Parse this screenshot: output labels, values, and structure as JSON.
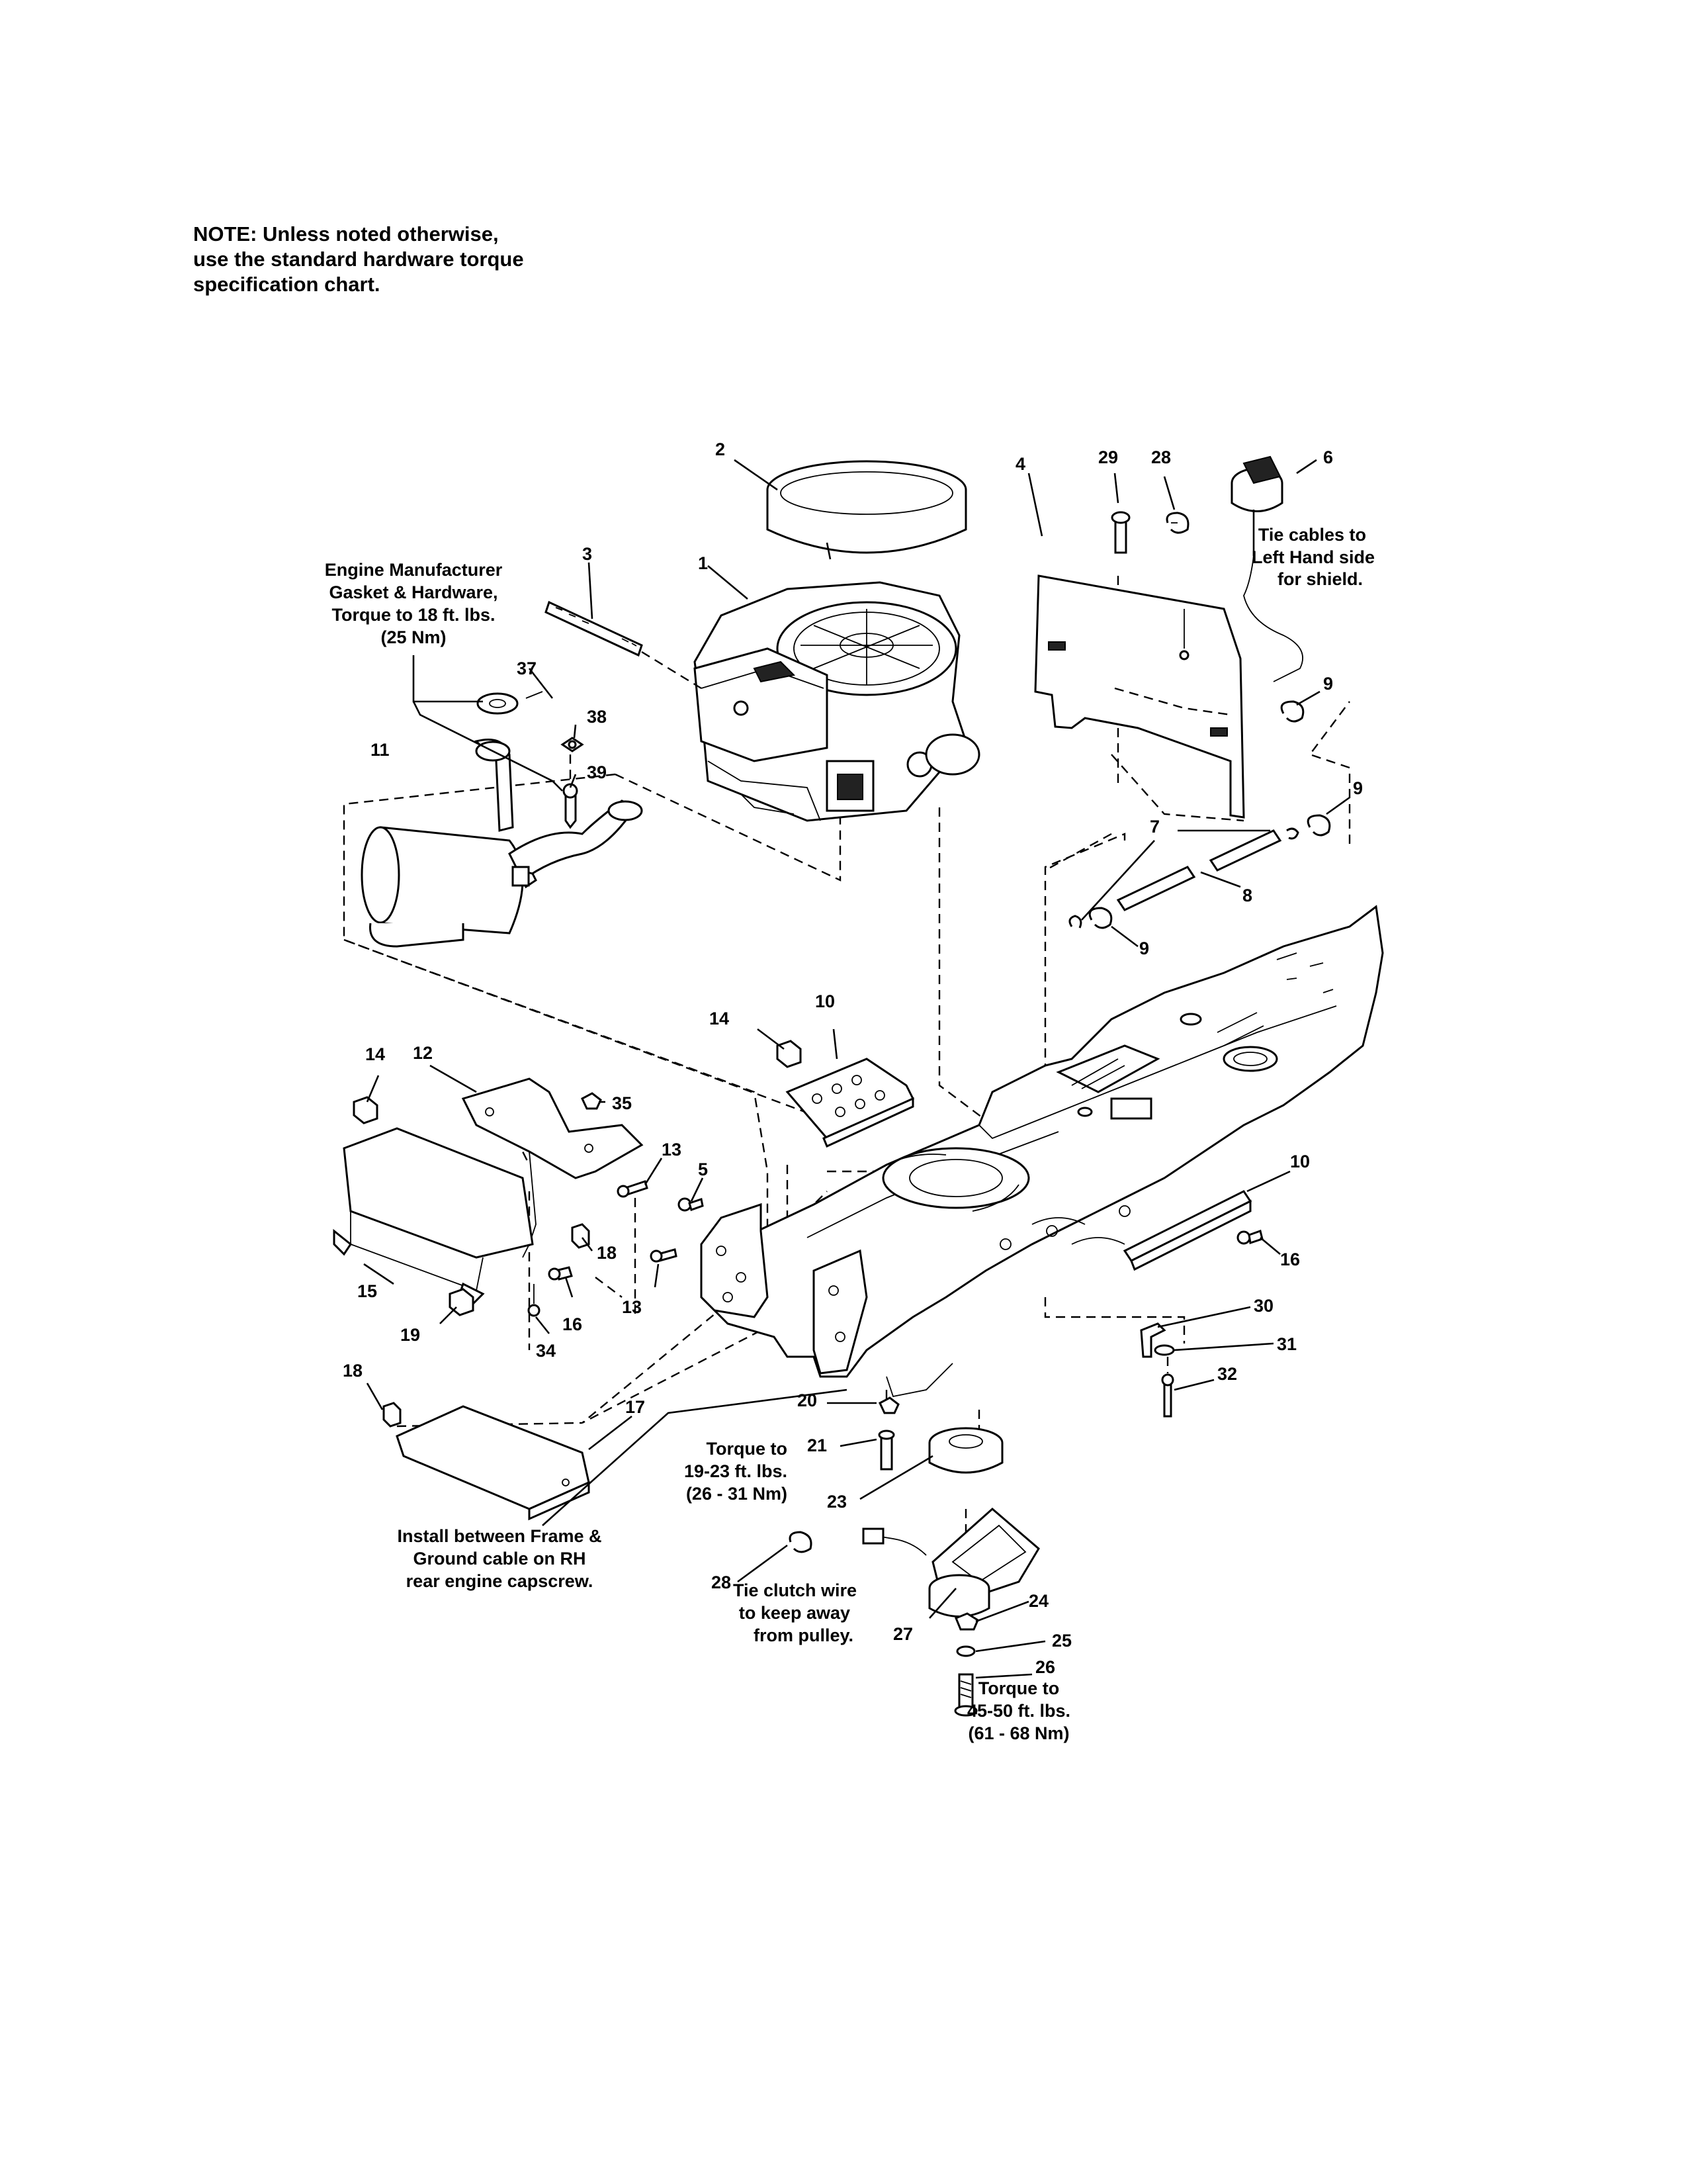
{
  "note": {
    "lines": [
      "NOTE: Unless noted otherwise,",
      "use the standard hardware torque",
      "specification chart."
    ]
  },
  "callouts": {
    "engine_gasket": [
      "Engine Manufacturer",
      "Gasket & Hardware,",
      "Torque to 18 ft. lbs.",
      "(25 Nm)"
    ],
    "tie_cables": [
      "Tie cables to",
      "Left Hand side",
      "for shield."
    ],
    "torque_21": [
      "Torque to",
      "19-23 ft. lbs.",
      "(26 - 31 Nm)"
    ],
    "install_between": [
      "Install between Frame &",
      "Ground cable on RH",
      "rear engine capscrew."
    ],
    "tie_clutch": [
      "Tie clutch wire",
      "to keep away",
      "from pulley."
    ],
    "torque_26": [
      "Torque to",
      "45-50 ft. lbs.",
      "(61 - 68 Nm)"
    ]
  },
  "parts": {
    "p1": "1",
    "p2": "2",
    "p3": "3",
    "p4": "4",
    "p5": "5",
    "p6": "6",
    "p7": "7",
    "p8": "8",
    "p9a": "9",
    "p9b": "9",
    "p9c": "9",
    "p10a": "10",
    "p10b": "10",
    "p11": "11",
    "p12": "12",
    "p13a": "13",
    "p13b": "13",
    "p14a": "14",
    "p14b": "14",
    "p15": "15",
    "p16a": "16",
    "p16b": "16",
    "p17": "17",
    "p18a": "18",
    "p18b": "18",
    "p19": "19",
    "p20": "20",
    "p21": "21",
    "p23": "23",
    "p24": "24",
    "p25": "25",
    "p26": "26",
    "p27": "27",
    "p28a": "28",
    "p28b": "28",
    "p29": "29",
    "p30": "30",
    "p31": "31",
    "p32": "32",
    "p34": "34",
    "p35": "35",
    "p37": "37",
    "p38": "38",
    "p39": "39"
  }
}
